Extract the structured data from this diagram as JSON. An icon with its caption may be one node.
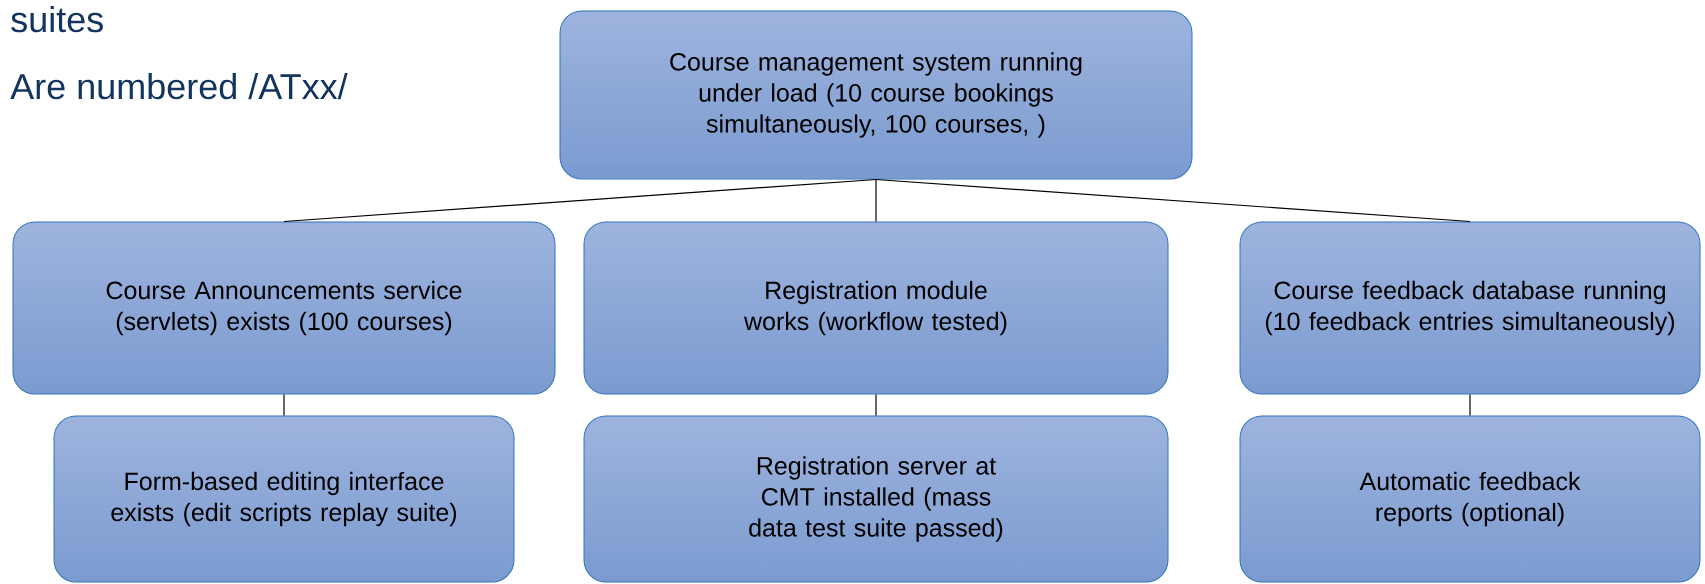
{
  "diagram": {
    "nodes": [
      {
        "text": [
          "Course management system running under load (10 course bookings simultaneously, 100 courses, )"
        ]
      },
      {
        "text": [
          "Course Announcements service (servlets) exists (100 courses)"
        ]
      },
      {
        "text": [
          "Registration module works (workflow tested)"
        ]
      },
      {
        "text": [
          "Course feedback database running (10 feedback entries simultaneously)"
        ]
      },
      {
        "text": [
          "Form-based editing interface exists (edit scripts replay suite)"
        ]
      },
      {
        "text": [
          "Registration server at CMT installed (mass data test suite passed)"
        ]
      },
      {
        "text": [
          "Automatic feedback reports (optional)"
        ]
      }
    ],
    "edges": [
      {
        "from": 0,
        "to": 1,
        "arrow": "none"
      },
      {
        "from": 0,
        "to": 2,
        "arrow": "none"
      },
      {
        "from": 0,
        "to": 3,
        "arrow": "none"
      },
      {
        "from": 1,
        "to": 4,
        "arrow": "none"
      },
      {
        "from": 2,
        "to": 5,
        "arrow": "none"
      },
      {
        "from": 3,
        "to": 6,
        "arrow": "none"
      }
    ],
    "labels": [
      "suites",
      "Are numbered /ATxx/"
    ]
  }
}
